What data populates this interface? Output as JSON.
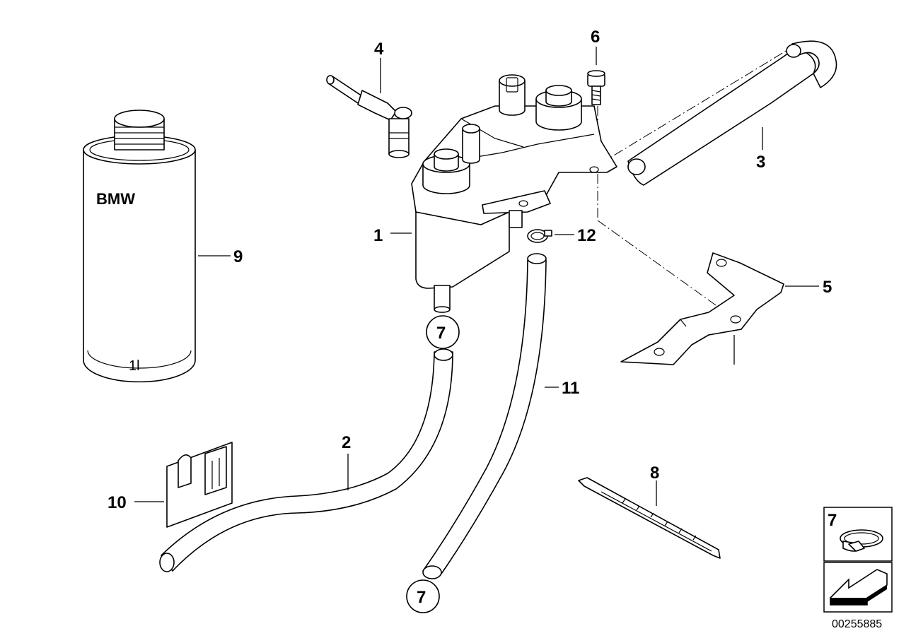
{
  "parts": {
    "p1": "1",
    "p2": "2",
    "p3": "3",
    "p4": "4",
    "p5": "5",
    "p6": "6",
    "p7a": "7",
    "p7b": "7",
    "p7c": "7",
    "p8": "8",
    "p9": "9",
    "p10": "10",
    "p11": "11",
    "p12": "12"
  },
  "can": {
    "brand": "BMW",
    "volume": "1l"
  },
  "legend": {
    "clamp_label": "7"
  },
  "diagram_number": "00255885"
}
